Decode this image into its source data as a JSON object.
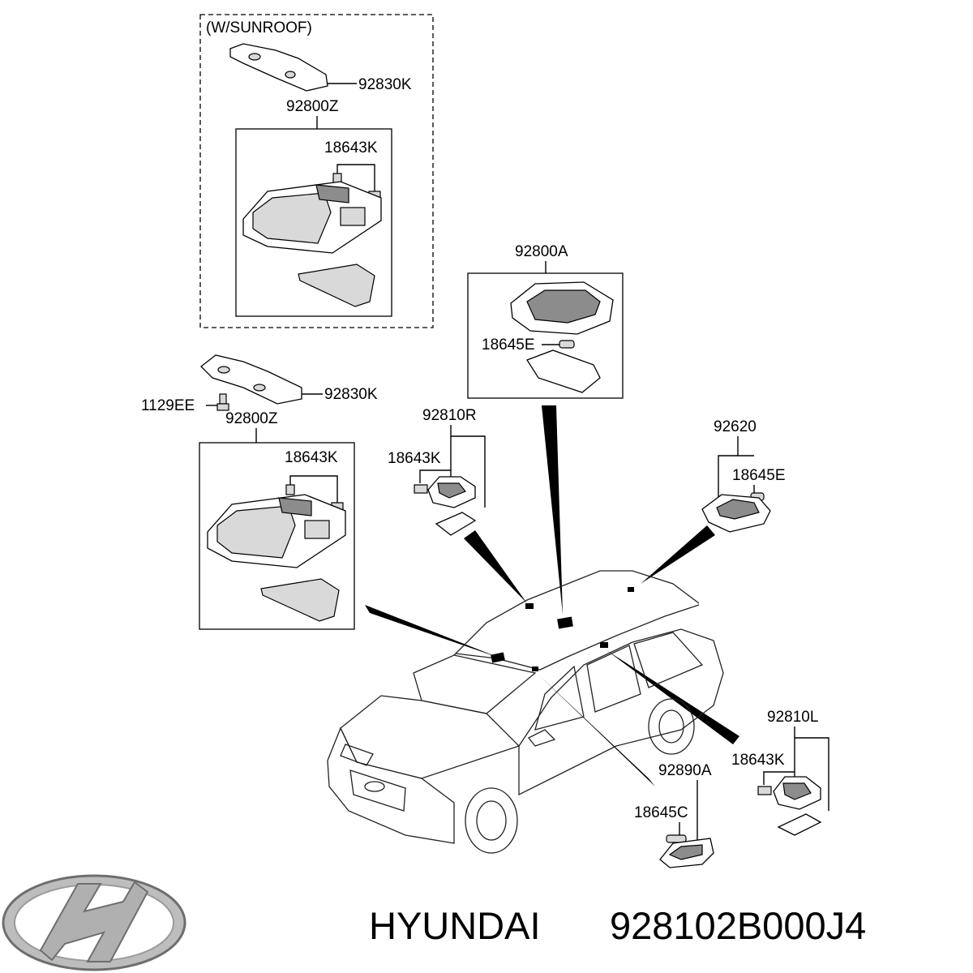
{
  "sunroof_group": {
    "title": "(W/SUNROOF)",
    "bracket_label": "92830K",
    "assembly_label": "92800Z",
    "bulb_label": "18643K"
  },
  "standard_group": {
    "bracket_label": "92830K",
    "screw_label": "1129EE",
    "assembly_label": "92800Z",
    "bulb_label": "18643K"
  },
  "center_lamp": {
    "assembly_label": "92800A",
    "bulb_label": "18645E"
  },
  "rear_lamp": {
    "assembly_label": "92620",
    "bulb_label": "18645E"
  },
  "right_lamp": {
    "assembly_label": "92810R",
    "bulb_label": "18643K"
  },
  "left_lamp": {
    "assembly_label": "92810L",
    "bulb_label": "18643K"
  },
  "luggage_lamp": {
    "assembly_label": "92890A",
    "bulb_label": "18645C"
  },
  "footer": {
    "brand": "HYUNDAI",
    "part_number": "928102B000J4"
  },
  "colors": {
    "line": "#000000",
    "background": "#ffffff",
    "part_fill": "#d9d9d9"
  },
  "icons": {
    "logo": "hyundai-logo-icon"
  }
}
